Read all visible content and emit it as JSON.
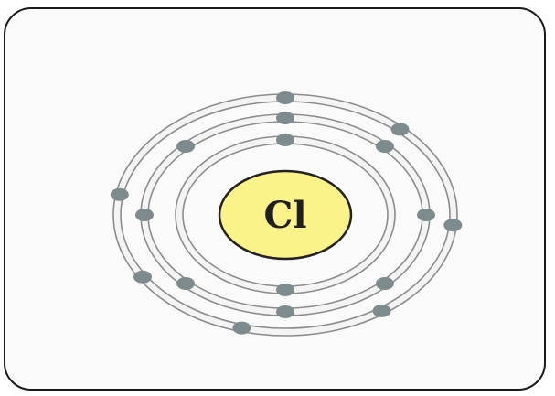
{
  "diagram": {
    "nucleus": {
      "symbol": "Cl",
      "fill": "#fbf289",
      "stroke": "#222222"
    },
    "shells": [
      {
        "electrons": 2
      },
      {
        "electrons": 8
      },
      {
        "electrons": 7
      }
    ],
    "colors": {
      "frame_border": "#1a1a1a",
      "frame_background": "#fafafa",
      "orbit_ring": "#8c8c8c",
      "orbit_fill": "#f4f4f4",
      "electron": "#7e8b8e"
    }
  }
}
